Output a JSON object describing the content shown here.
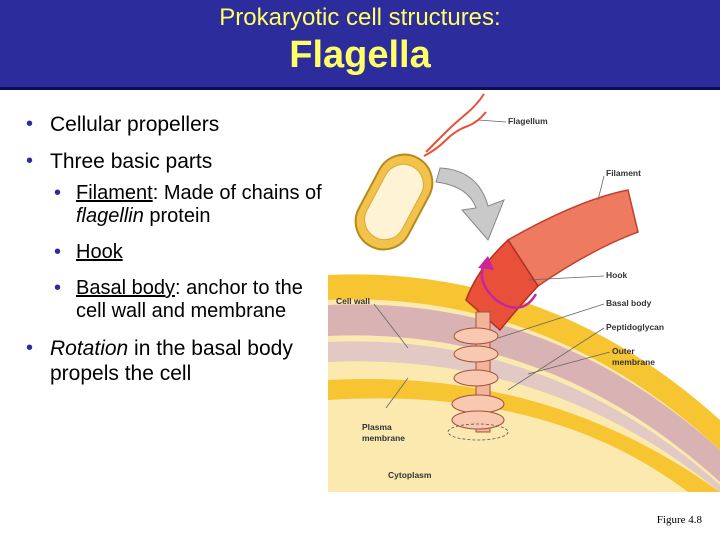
{
  "slide": {
    "title_line1": "Prokaryotic cell structures:",
    "title_line2": "Flagella",
    "figure_caption": "Figure 4.8"
  },
  "bullets": {
    "b1": "Cellular propellers",
    "b2": "Three basic parts",
    "sub1_term": "Filament",
    "sub1_rest_a": ": Made of chains of ",
    "sub1_italic": "flagellin",
    "sub1_rest_b": " protein",
    "sub2_term": "Hook",
    "sub3_term": "Basal body",
    "sub3_rest": ": anchor to the cell wall and membrane",
    "b3_italic": "Rotation",
    "b3_rest": " in the basal body propels the cell"
  },
  "figure_labels": {
    "flagellum": "Flagellum",
    "filament": "Filament",
    "hook": "Hook",
    "basal_body": "Basal body",
    "peptidoglycan": "Peptidoglycan",
    "outer_membrane_1": "Outer",
    "outer_membrane_2": "membrane",
    "cell_wall": "Cell wall",
    "plasma_membrane_1": "Plasma",
    "plasma_membrane_2": "membrane",
    "cytoplasm": "Cytoplasm"
  },
  "colors": {
    "title_bg": "#2c2c9c",
    "title_text": "#ffff66",
    "bullet": "#2c2c9c",
    "flagellum": "#e8503a",
    "cell_yellow": "#f7c531",
    "membrane_pink": "#d9b3b3",
    "rotation_arrow": "#c8259c"
  }
}
